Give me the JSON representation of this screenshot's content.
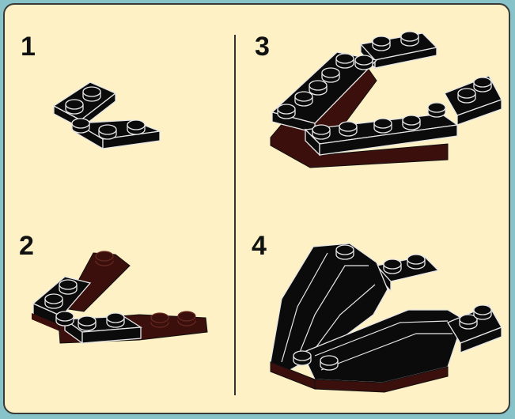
{
  "steps": [
    {
      "number": "1"
    },
    {
      "number": "2"
    },
    {
      "number": "3"
    },
    {
      "number": "4"
    }
  ],
  "colors": {
    "background": "#fdf1c5",
    "outer": "#88c3c9",
    "brick_black": "#0b0b0b",
    "brick_dark_red": "#3a0f0c",
    "stud_highlight": "#e6e6e6"
  }
}
